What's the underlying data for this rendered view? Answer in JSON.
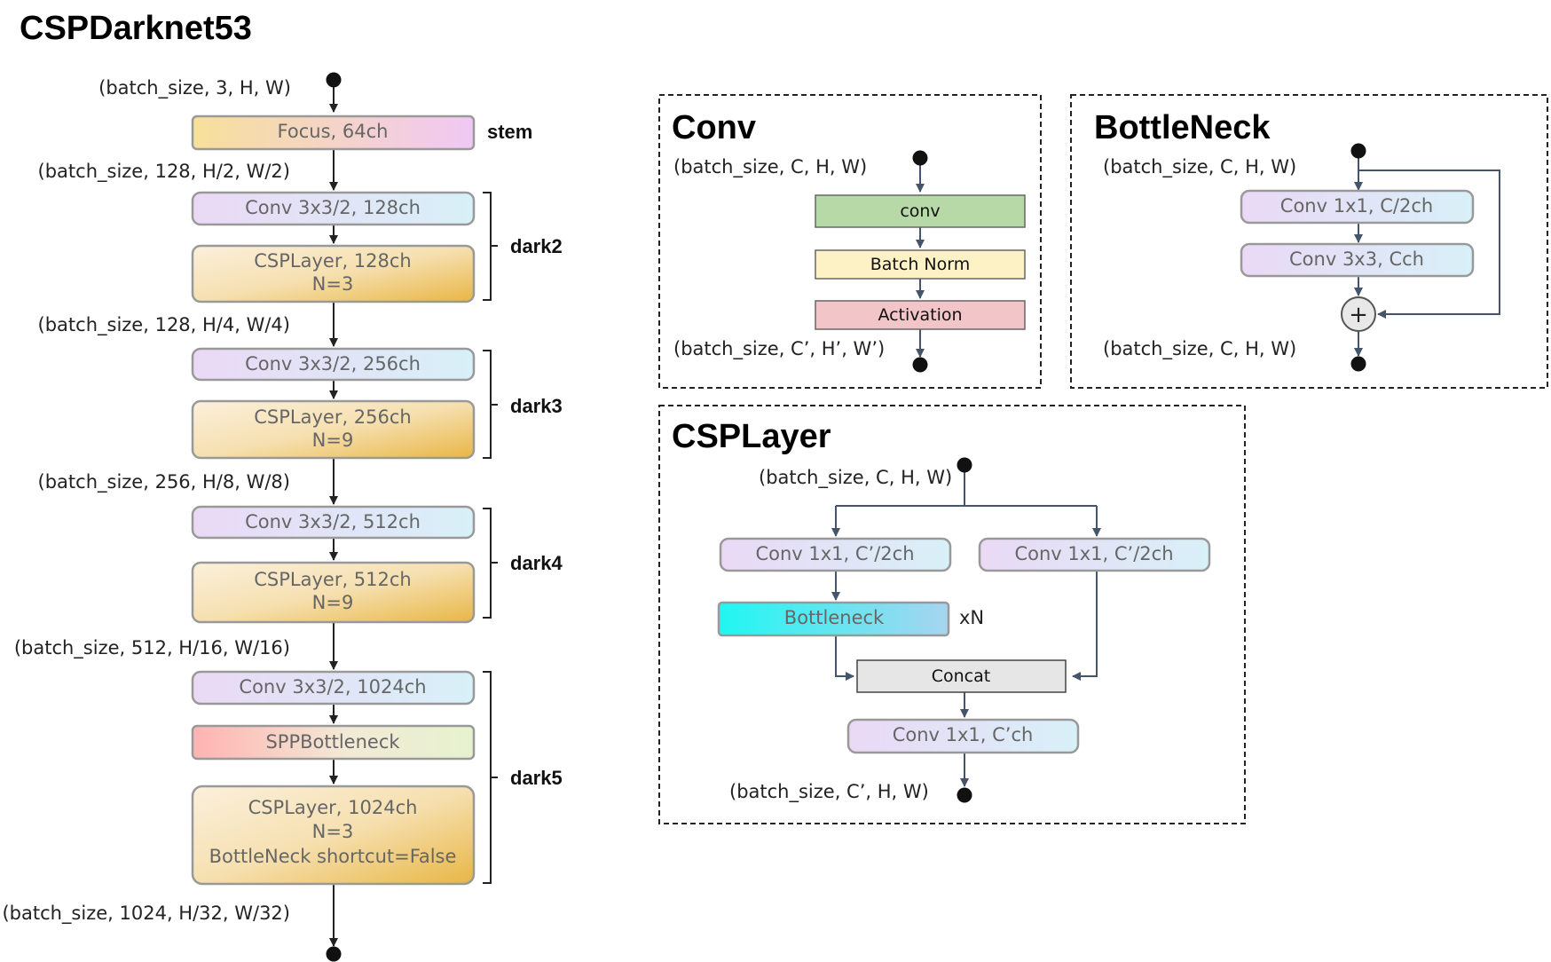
{
  "main": {
    "title": "CSPDarknet53",
    "shapes": [
      "(batch_size, 3, H, W)",
      "(batch_size, 128, H/2, W/2)",
      "(batch_size, 128, H/4, W/4)",
      "(batch_size, 256, H/8, W/8)",
      "(batch_size, 512, H/16, W/16)",
      "(batch_size, 1024, H/32, W/32)"
    ],
    "blocks": {
      "focus": "Focus, 64ch",
      "conv_d2": "Conv 3x3/2, 128ch",
      "csp_d2_l1": "CSPLayer, 128ch",
      "csp_d2_l2": "N=3",
      "conv_d3": "Conv 3x3/2, 256ch",
      "csp_d3_l1": "CSPLayer, 256ch",
      "csp_d3_l2": "N=9",
      "conv_d4": "Conv 3x3/2, 512ch",
      "csp_d4_l1": "CSPLayer, 512ch",
      "csp_d4_l2": "N=9",
      "conv_d5": "Conv 3x3/2, 1024ch",
      "spp": "SPPBottleneck",
      "csp_d5_l1": "CSPLayer, 1024ch",
      "csp_d5_l2": "N=3",
      "csp_d5_l3": "BottleNeck shortcut=False"
    },
    "stages": [
      "stem",
      "dark2",
      "dark3",
      "dark4",
      "dark5"
    ]
  },
  "conv": {
    "title": "Conv",
    "input": "(batch_size, C, H, W)",
    "output": "(batch_size, C’, H’, W’)",
    "blocks": [
      "conv",
      "Batch Norm",
      "Activation"
    ]
  },
  "bottleneck": {
    "title": "BottleNeck",
    "input": "(batch_size, C, H, W)",
    "output": "(batch_size, C, H, W)",
    "blocks": [
      "Conv 1x1, C/2ch",
      "Conv 3x3, Cch"
    ],
    "add_symbol": "+"
  },
  "csplayer": {
    "title": "CSPLayer",
    "input": "(batch_size, C, H, W)",
    "output": "(batch_size, C’, H, W)",
    "left_conv": "Conv 1x1, C’/2ch",
    "right_conv": "Conv 1x1, C’/2ch",
    "bottleneck": "Bottleneck",
    "repeat": "xN",
    "concat": "Concat",
    "out_conv": "Conv 1x1, C’ch"
  },
  "colors": {
    "block_border": "#999999",
    "conv_green": "#b7d9a8",
    "bn_yellow": "#fdf2c6",
    "act_pink": "#f2c6c8",
    "concat_gray": "#e6e6e6",
    "arrow_main": "#222222",
    "arrow_sub": "#44546a"
  }
}
